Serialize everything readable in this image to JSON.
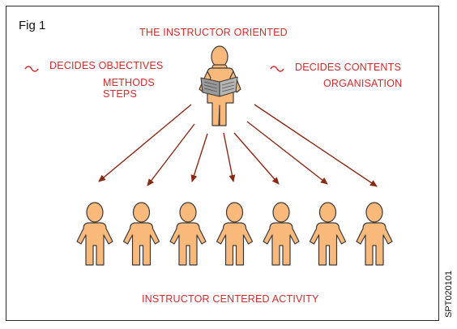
{
  "figure_label": "Fig 1",
  "side_code": "SPT020101",
  "title": "THE INSTRUCTOR ORIENTED",
  "left_notes": {
    "line1": "DECIDES OBJECTIVES",
    "line2": "METHODS",
    "line3": "STEPS"
  },
  "right_notes": {
    "line1": "DECIDES CONTENTS",
    "line2": "ORGANISATION"
  },
  "caption": "INSTRUCTOR CENTERED ACTIVITY",
  "learner_count": 7,
  "colors": {
    "text": "#d42a2a",
    "arrow": "#8a2a14",
    "figure_fill": "#f9b97b",
    "figure_stroke": "#3a3a3a",
    "book_fill": "#9a9a9a"
  }
}
